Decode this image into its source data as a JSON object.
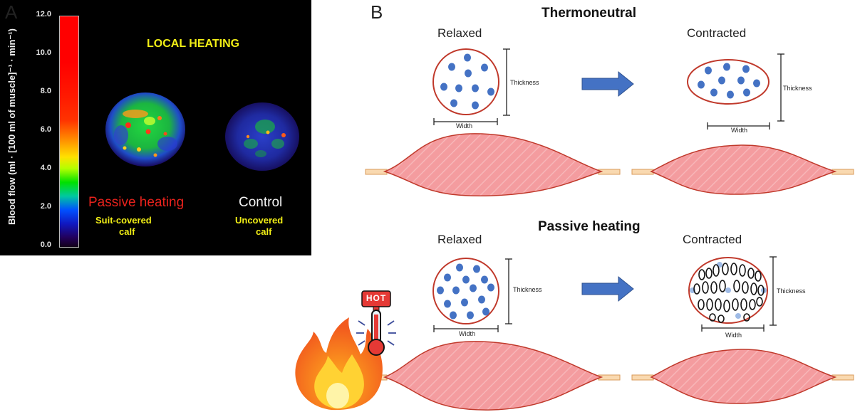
{
  "panel_a": {
    "letter": "A",
    "axis_label": "Blood flow (ml · [100 ml of muscle]⁻¹ · min⁻¹)",
    "ticks": [
      "12.0",
      "10.0",
      "8.0",
      "6.0",
      "4.0",
      "2.0",
      "0.0"
    ],
    "heading": "LOCAL HEATING",
    "left_title": "Passive heating",
    "left_sub1": "Suit-covered",
    "left_sub2": "calf",
    "right_title": "Control",
    "right_sub1": "Uncovered",
    "right_sub2": "calf"
  },
  "panel_b": {
    "letter": "B",
    "top_title": "Thermoneutral",
    "bottom_title": "Passive heating",
    "relaxed": "Relaxed",
    "contracted": "Contracted",
    "thickness": "Thickness",
    "width": "Width",
    "hot_label": "HOT"
  },
  "colors": {
    "muscle_fill": "#f49c9f",
    "muscle_stroke": "#c0392b",
    "fiber_dot": "#4472c4",
    "arrow": "#4472c4",
    "circle_stroke": "#c0392b",
    "passive_heating_text": "#e8221c",
    "yellow_text": "#f2ef16"
  }
}
